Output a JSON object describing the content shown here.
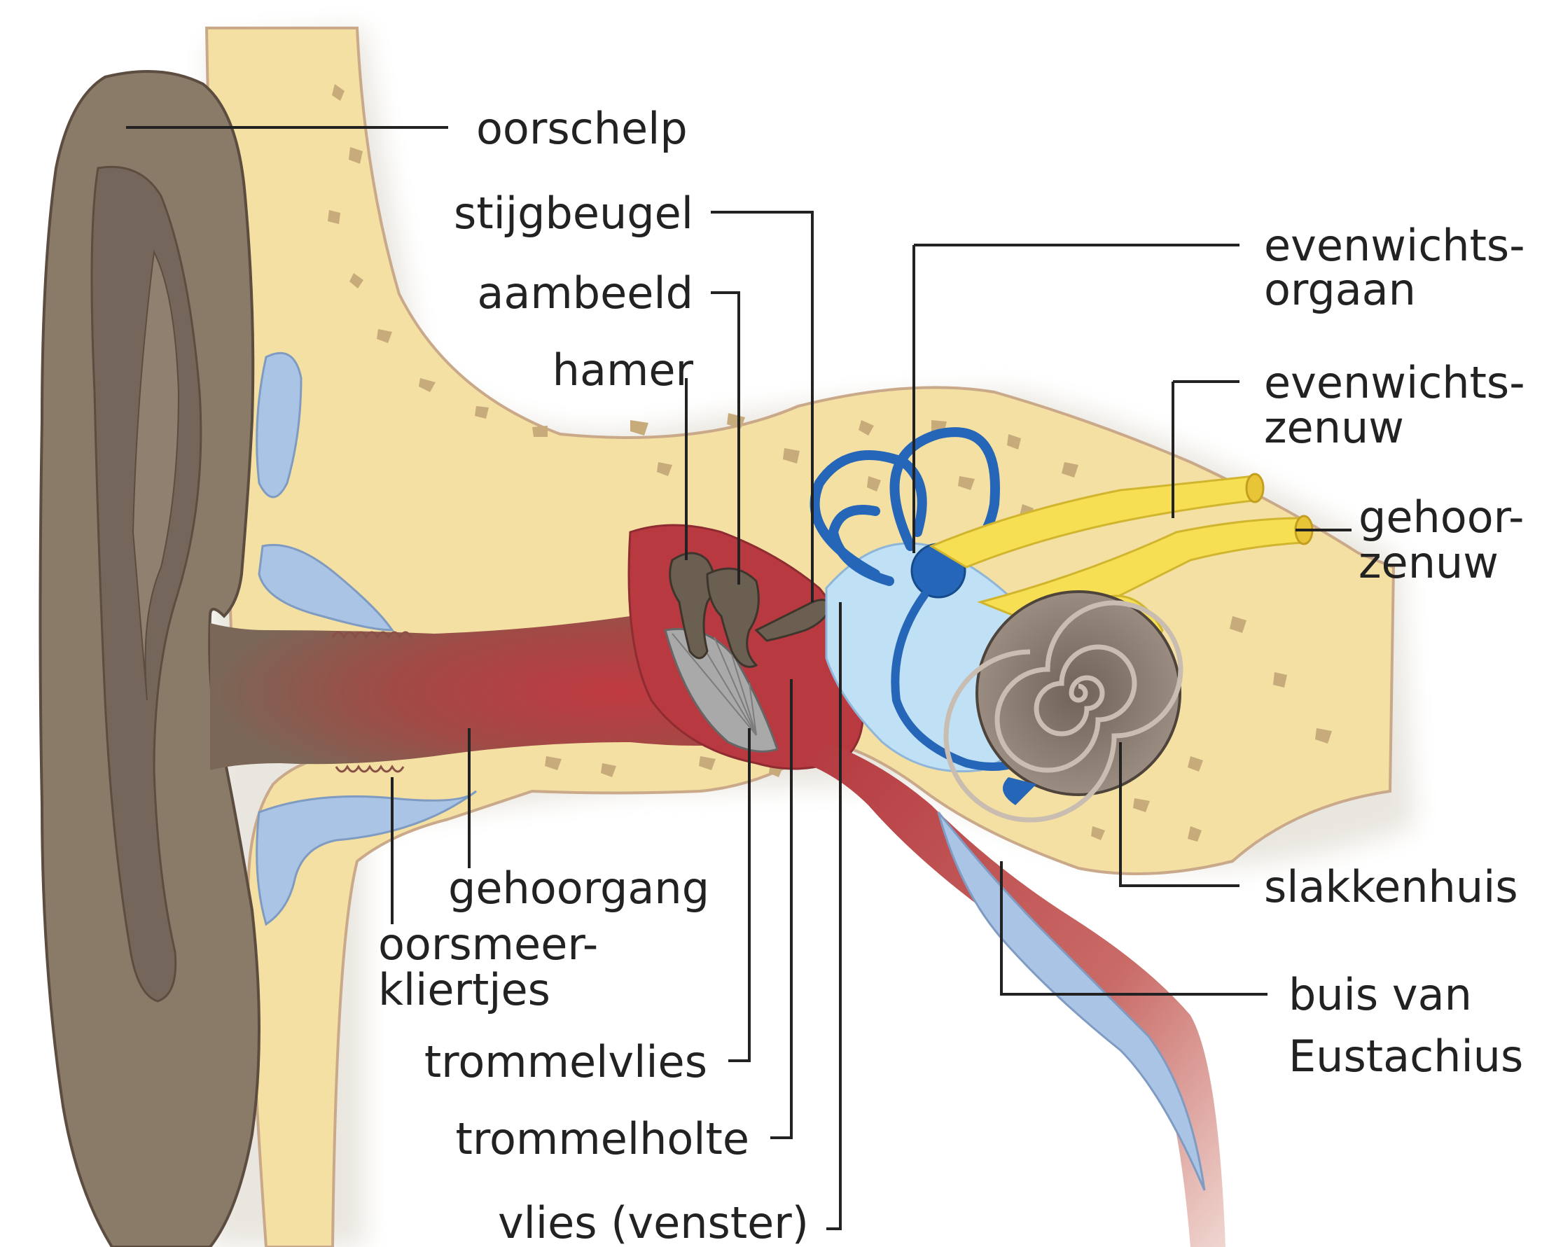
{
  "labels": {
    "oorschelp": "oorschelp",
    "stijgbeugel": "stijgbeugel",
    "aambeeld": "aambeeld",
    "hamer": "hamer",
    "evenwichtsorgaan_1": "evenwichts-",
    "evenwichtsorgaan_2": "orgaan",
    "evenwichtszenuw_1": "evenwichts-",
    "evenwichtszenuw_2": "zenuw",
    "gehoorzenuw_1": "gehoor-",
    "gehoorzenuw_2": "zenuw",
    "gehoorgang": "gehoorgang",
    "oorsmeerklier_1": "oorsmeer-",
    "oorsmeerklier_2": "kliertjes",
    "trommelvlies": "trommelvlies",
    "trommelholte": "trommelholte",
    "vlies": "vlies (venster)",
    "slakkenhuis": "slakkenhuis",
    "eustachius_1": "buis van",
    "eustachius_2": "Eustachius"
  },
  "colors": {
    "skin": "#8a7a68",
    "skin_dark": "#6e5e4e",
    "bone": "#f3e0a2",
    "bone_spots": "#c7ab7a",
    "cartilage": "#a9c4e4",
    "cavity": "#b8393f",
    "inner_ear_fluid": "#bfe0f5",
    "labyrinth": "#2566b8",
    "nerve": "#f6df52",
    "cochlea": "#8d7f73"
  }
}
